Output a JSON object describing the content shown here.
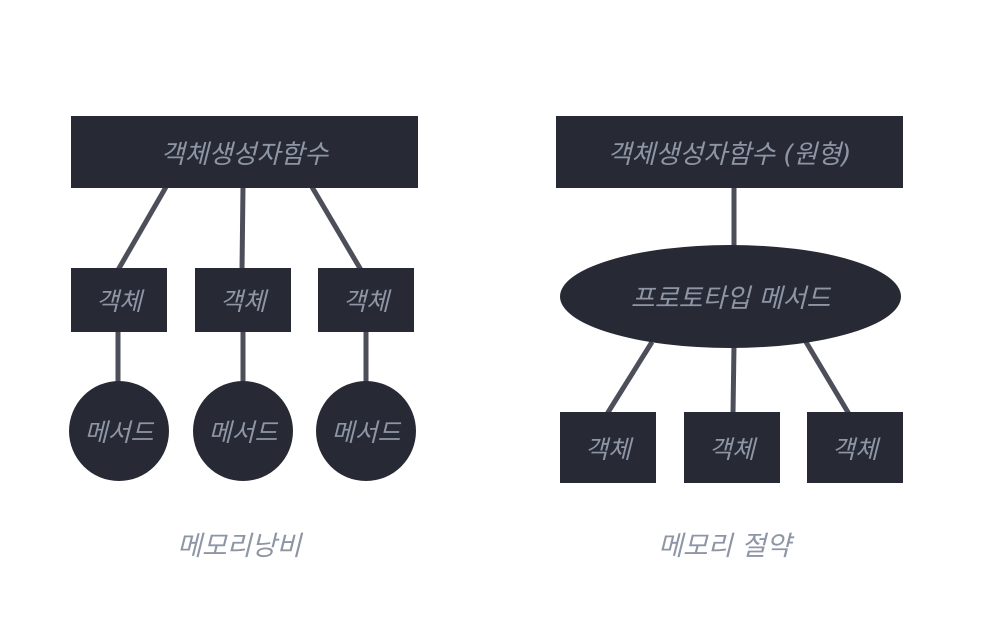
{
  "left_diagram": {
    "constructor_label": "객체생성자함수",
    "objects": [
      "객체",
      "객체",
      "객체"
    ],
    "methods": [
      "메서드",
      "메서드",
      "메서드"
    ],
    "caption": "메모리낭비"
  },
  "right_diagram": {
    "constructor_label": "객체생성자함수 (원형)",
    "prototype_label": "프로토타입 메서드",
    "objects": [
      "객체",
      "객체",
      "객체"
    ],
    "caption": "메모리 절약"
  },
  "colors": {
    "node_fill": "#272a35",
    "node_text": "#8e96a5",
    "connector": "#4c4f5a",
    "caption_text": "#8e96a5"
  }
}
